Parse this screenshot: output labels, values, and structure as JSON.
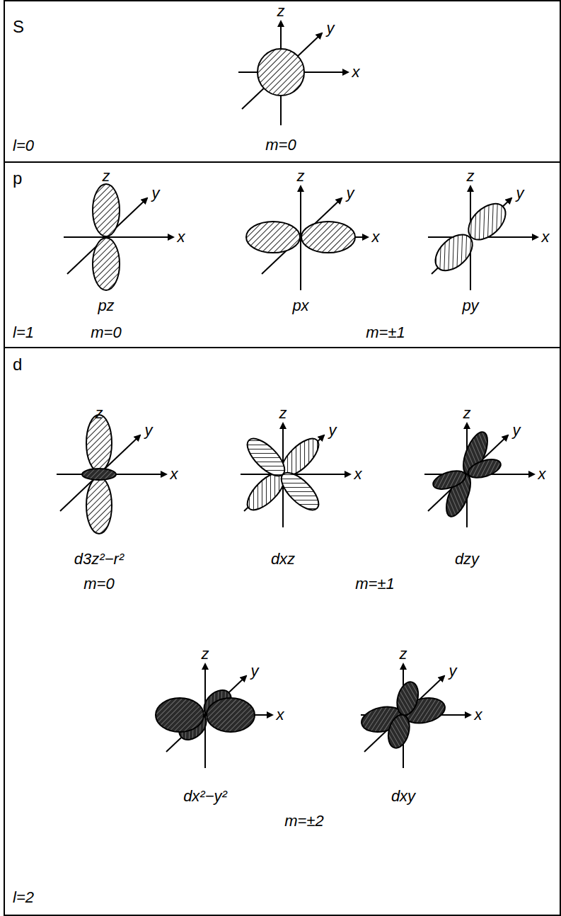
{
  "diagram": {
    "nodes": [
      {
        "text": [
          "S",
          "z",
          "y",
          "x",
          "l=0",
          "m=0"
        ]
      },
      {
        "text": [
          "p",
          "z",
          "y",
          "x",
          "z",
          "y",
          "x",
          "z",
          "y",
          "x",
          "pz",
          "px",
          "py",
          "l=1",
          "m=0",
          "m=±1"
        ]
      },
      {
        "text": [
          "d",
          "z",
          "y",
          "x",
          "z",
          "y",
          "x",
          "z",
          "y",
          "x",
          "z",
          "y",
          "x",
          "z",
          "y",
          "x",
          "d3z²−r²",
          "dxz",
          "dzy",
          "m=0",
          "m=±1",
          "dx²−y²",
          "dxy",
          "l=2",
          "m=±2"
        ]
      }
    ]
  }
}
